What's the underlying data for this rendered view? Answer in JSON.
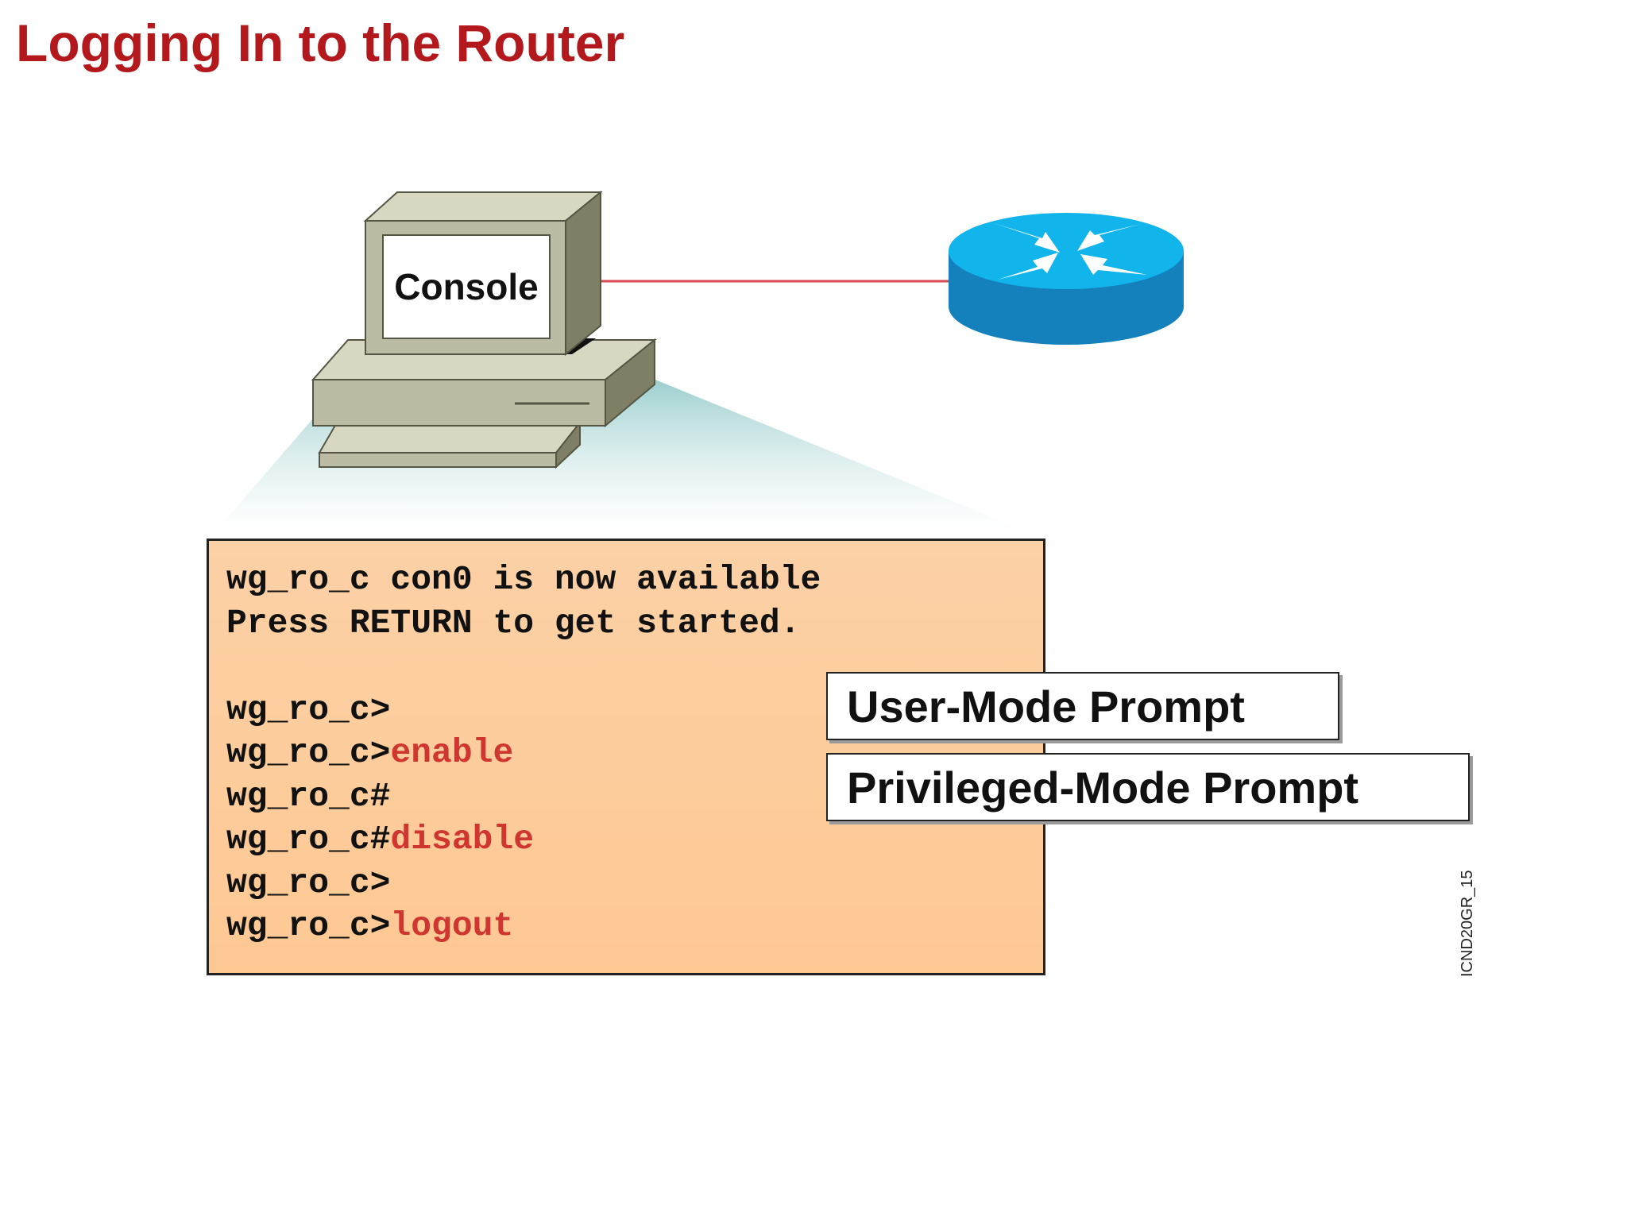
{
  "slide": {
    "title": "Logging In to the Router",
    "figure_id": "ICND20GR_15"
  },
  "console": {
    "label": "Console"
  },
  "terminal": {
    "lines": [
      {
        "prompt": "wg_ro_c con0 is now available",
        "command": ""
      },
      {
        "prompt": "Press RETURN to get started.",
        "command": ""
      },
      {
        "prompt": "",
        "command": ""
      },
      {
        "prompt": "wg_ro_c>",
        "command": ""
      },
      {
        "prompt": "wg_ro_c>",
        "command": "enable"
      },
      {
        "prompt": "wg_ro_c#",
        "command": ""
      },
      {
        "prompt": "wg_ro_c#",
        "command": "disable"
      },
      {
        "prompt": "wg_ro_c>",
        "command": ""
      },
      {
        "prompt": "wg_ro_c>",
        "command": "logout"
      }
    ]
  },
  "callouts": {
    "user_mode": "User-Mode Prompt",
    "privileged_mode": "Privileged-Mode Prompt"
  },
  "icons": {
    "console": "pc-terminal-icon",
    "router": "router-icon"
  },
  "colors": {
    "title": "#b3191c",
    "command": "#cf3630",
    "terminal_bg": "#fec893",
    "router_top": "#12b4ec",
    "router_side": "#1480bc",
    "cable": "#d64a50"
  }
}
